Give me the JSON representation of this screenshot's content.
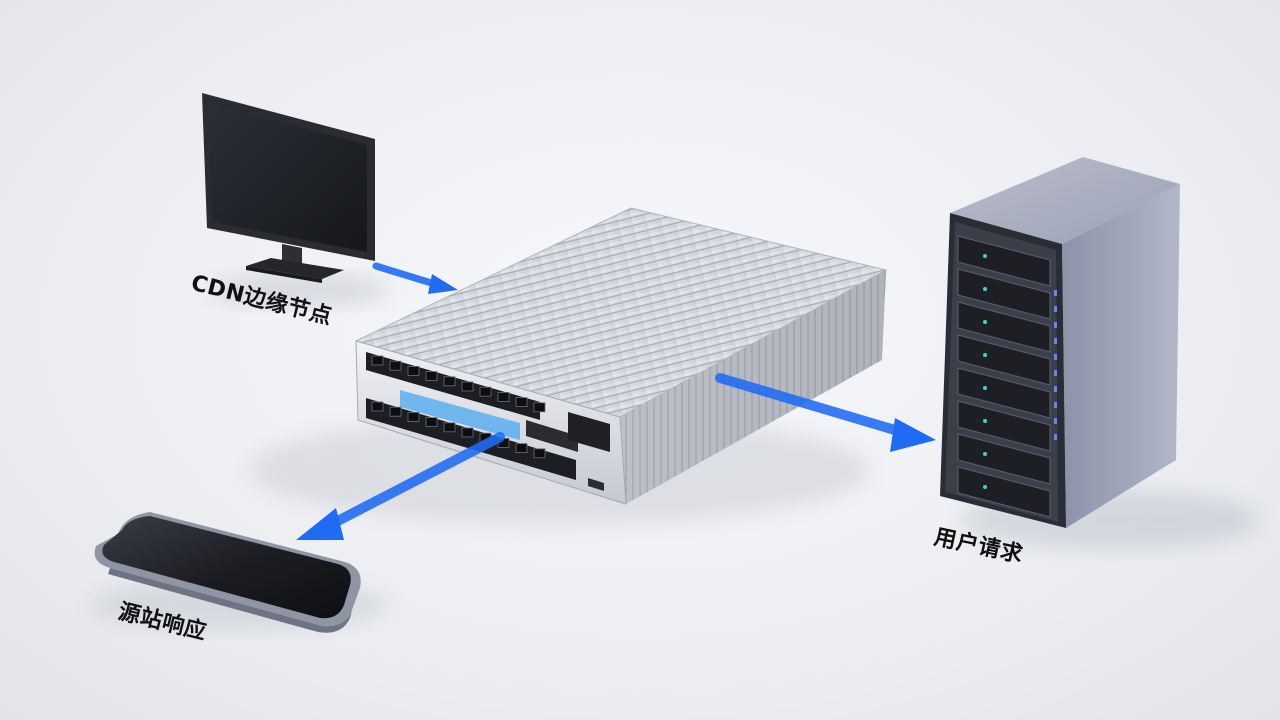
{
  "labels": {
    "cdn_edge": "CDN边缘节点",
    "user_request": "用户请求",
    "origin_response": "源站响应"
  },
  "colors": {
    "arrow": "#1f6bf5",
    "background": "#eceef2",
    "chassis": "#d9dce2",
    "tower": "#9aa0b4",
    "screen": "#1b1d22"
  },
  "icons": {
    "monitor": "monitor-icon",
    "switch": "network-switch-icon",
    "server": "server-tower-icon",
    "phone": "smartphone-icon"
  }
}
